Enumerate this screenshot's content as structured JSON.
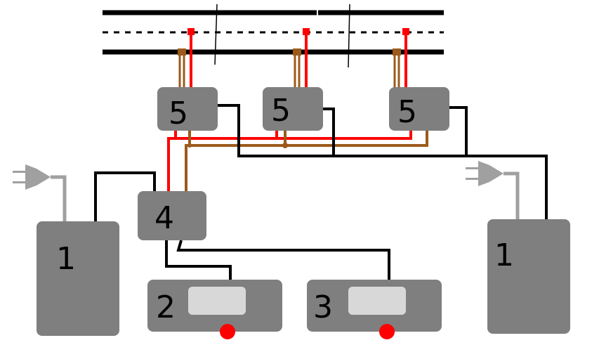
{
  "colors": {
    "box": "#7f7f7f",
    "box_stroke": "#666666",
    "wire_black": "#000000",
    "wire_red": "#ff0000",
    "wire_brown": "#9b5a1a",
    "screen": "#d8d8d8",
    "indicator": "#ff0000",
    "plug": "#a0a0a0"
  },
  "components": {
    "supply_left": "1",
    "supply_right": "1",
    "unit_2": "2",
    "unit_3": "3",
    "unit_4": "4",
    "unit_5a": "5",
    "unit_5b": "5",
    "unit_5c": "5"
  },
  "icons": [
    "plug-icon",
    "plug-icon"
  ]
}
